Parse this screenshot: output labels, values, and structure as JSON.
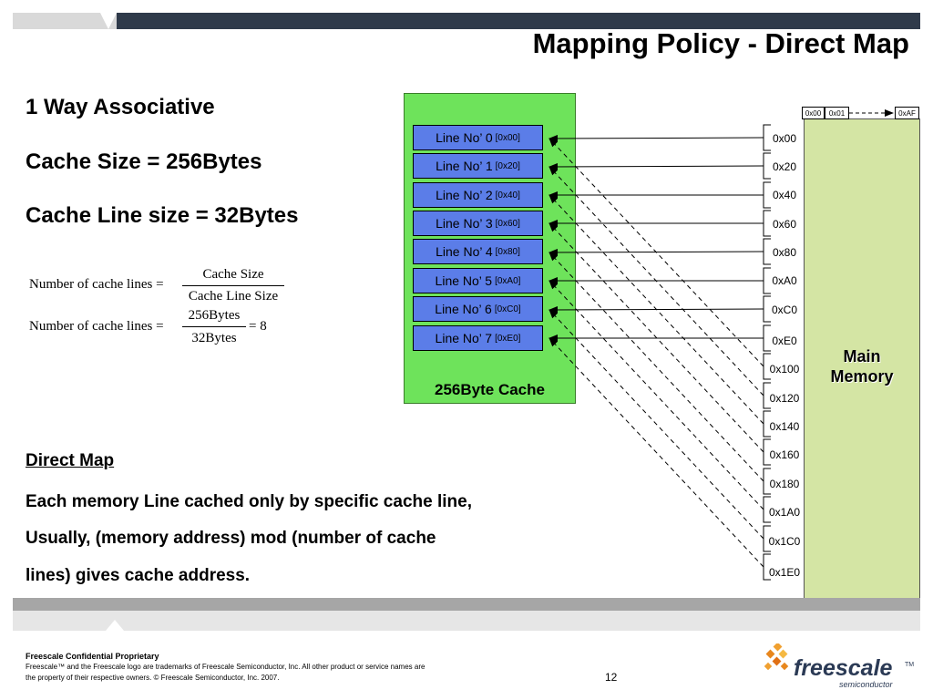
{
  "slide": {
    "title": "Mapping Policy - Direct Map",
    "bullets": [
      "1 Way Associative",
      "Cache Size = 256Bytes",
      "Cache Line size = 32Bytes"
    ],
    "formula1": {
      "lhs": "Number of cache lines",
      "eq": "=",
      "numerator": "Cache Size",
      "denominator": "Cache Line Size"
    },
    "formula2": {
      "lhs": "Number of cache lines",
      "eq": "=",
      "numerator": "256Bytes",
      "denominator": "32Bytes",
      "result": "= 8"
    },
    "direct_map": {
      "heading": "Direct Map",
      "lines": [
        "Each memory Line cached only by specific cache line,",
        "Usually, (memory address) mod (number of cache",
        "lines) gives cache address."
      ]
    },
    "page_number": "12"
  },
  "cache": {
    "label": "256Byte Cache",
    "lines": [
      {
        "name": "Line No’ 0",
        "addr": "[0x00]"
      },
      {
        "name": "Line No’ 1",
        "addr": "[0x20]"
      },
      {
        "name": "Line No’ 2",
        "addr": "[0x40]"
      },
      {
        "name": "Line No’ 3",
        "addr": "[0x60]"
      },
      {
        "name": "Line No’ 4",
        "addr": "[0x80]"
      },
      {
        "name": "Line No’ 5",
        "addr": "[0xA0]"
      },
      {
        "name": "Line No’ 6",
        "addr": "[0xC0]"
      },
      {
        "name": "Line No’ 7",
        "addr": "[0xE0]"
      }
    ],
    "line_color": "#5b7de8",
    "box_color": "#6ee35b"
  },
  "memory": {
    "label_line1": "Main",
    "label_line2": "Memory",
    "header": [
      "0x00",
      "0x01",
      "0xAF"
    ],
    "addresses": [
      "0x00",
      "0x20",
      "0x40",
      "0x60",
      "0x80",
      "0xA0",
      "0xC0",
      "0xE0",
      "0x100",
      "0x120",
      "0x140",
      "0x160",
      "0x180",
      "0x1A0",
      "0x1C0",
      "0x1E0"
    ],
    "box_color": "#d4e5a4"
  },
  "footer": {
    "confidential": "Freescale Confidential Proprietary",
    "line1": "Freescale™ and the Freescale logo are trademarks of Freescale Semiconductor, Inc. All other product or service names are",
    "line2": "the property of their respective owners. © Freescale Semiconductor, Inc. 2007."
  },
  "logo": {
    "name": "freescale",
    "tm": "TM",
    "sub": "semiconductor",
    "icon": "freescale-logo-icon"
  }
}
